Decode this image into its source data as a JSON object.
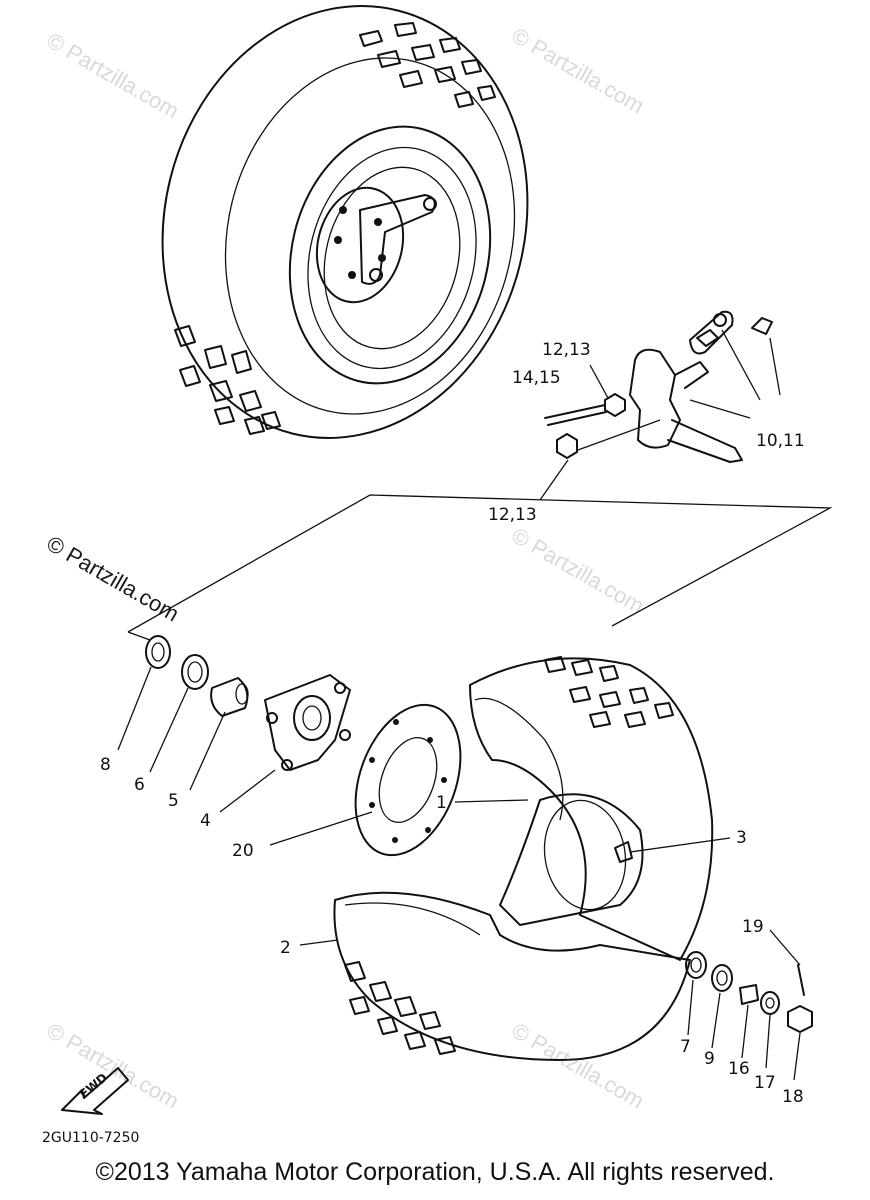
{
  "watermarks": {
    "light": "© Partzilla.com",
    "dark": "© Partzilla.com"
  },
  "callouts": {
    "p1": "1",
    "p2": "2",
    "p3": "3",
    "p4": "4",
    "p5": "5",
    "p6": "6",
    "p7": "7",
    "p8": "8",
    "p9": "9",
    "p10_11": "10,11",
    "p12_13_top": "12,13",
    "p12_13_bottom": "12,13",
    "p14_15": "14,15",
    "p16": "16",
    "p17": "17",
    "p18": "18",
    "p19": "19",
    "p20": "20"
  },
  "fwd_arrow": "FWD",
  "diagram_code": "2GU110-7250",
  "copyright": "©2013 Yamaha Motor Corporation, U.S.A. All rights reserved.",
  "colors": {
    "ink": "#111111",
    "watermark": "#d9d9d9",
    "background": "#ffffff"
  }
}
